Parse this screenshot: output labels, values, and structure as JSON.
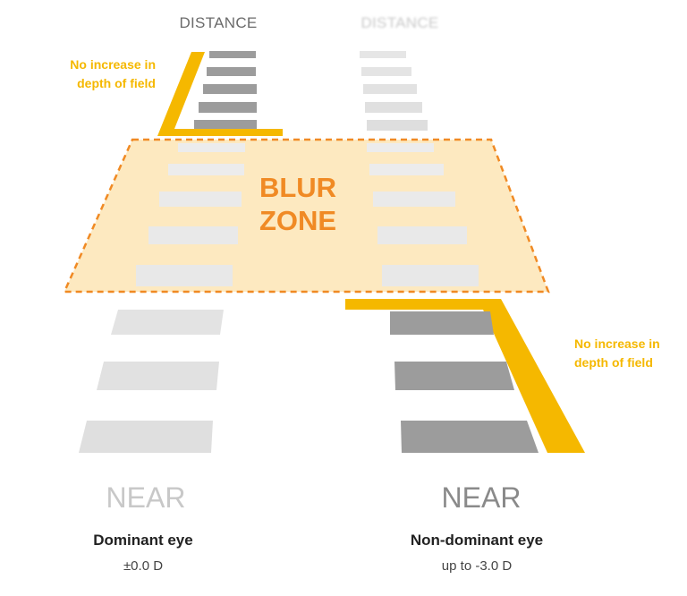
{
  "labels": {
    "distance_left": "DISTANCE",
    "distance_right": "DISTANCE",
    "dof_left": "No increase in depth of field",
    "dof_right": "No increase in depth of field",
    "blur_line1": "BLUR",
    "blur_line2": "ZONE",
    "near_left": "NEAR",
    "near_right": "NEAR",
    "eye_left": "Dominant eye",
    "eye_right": "Non-dominant eye",
    "power_left": "±0.0 D",
    "power_right": "up to -3.0 D"
  },
  "colors": {
    "accent_yellow": "#f5b800",
    "blur_orange": "#f08a24",
    "blur_fill": "#fde9c0",
    "dark_gray": "#9c9c9c",
    "light_gray": "#e3e3e3"
  }
}
